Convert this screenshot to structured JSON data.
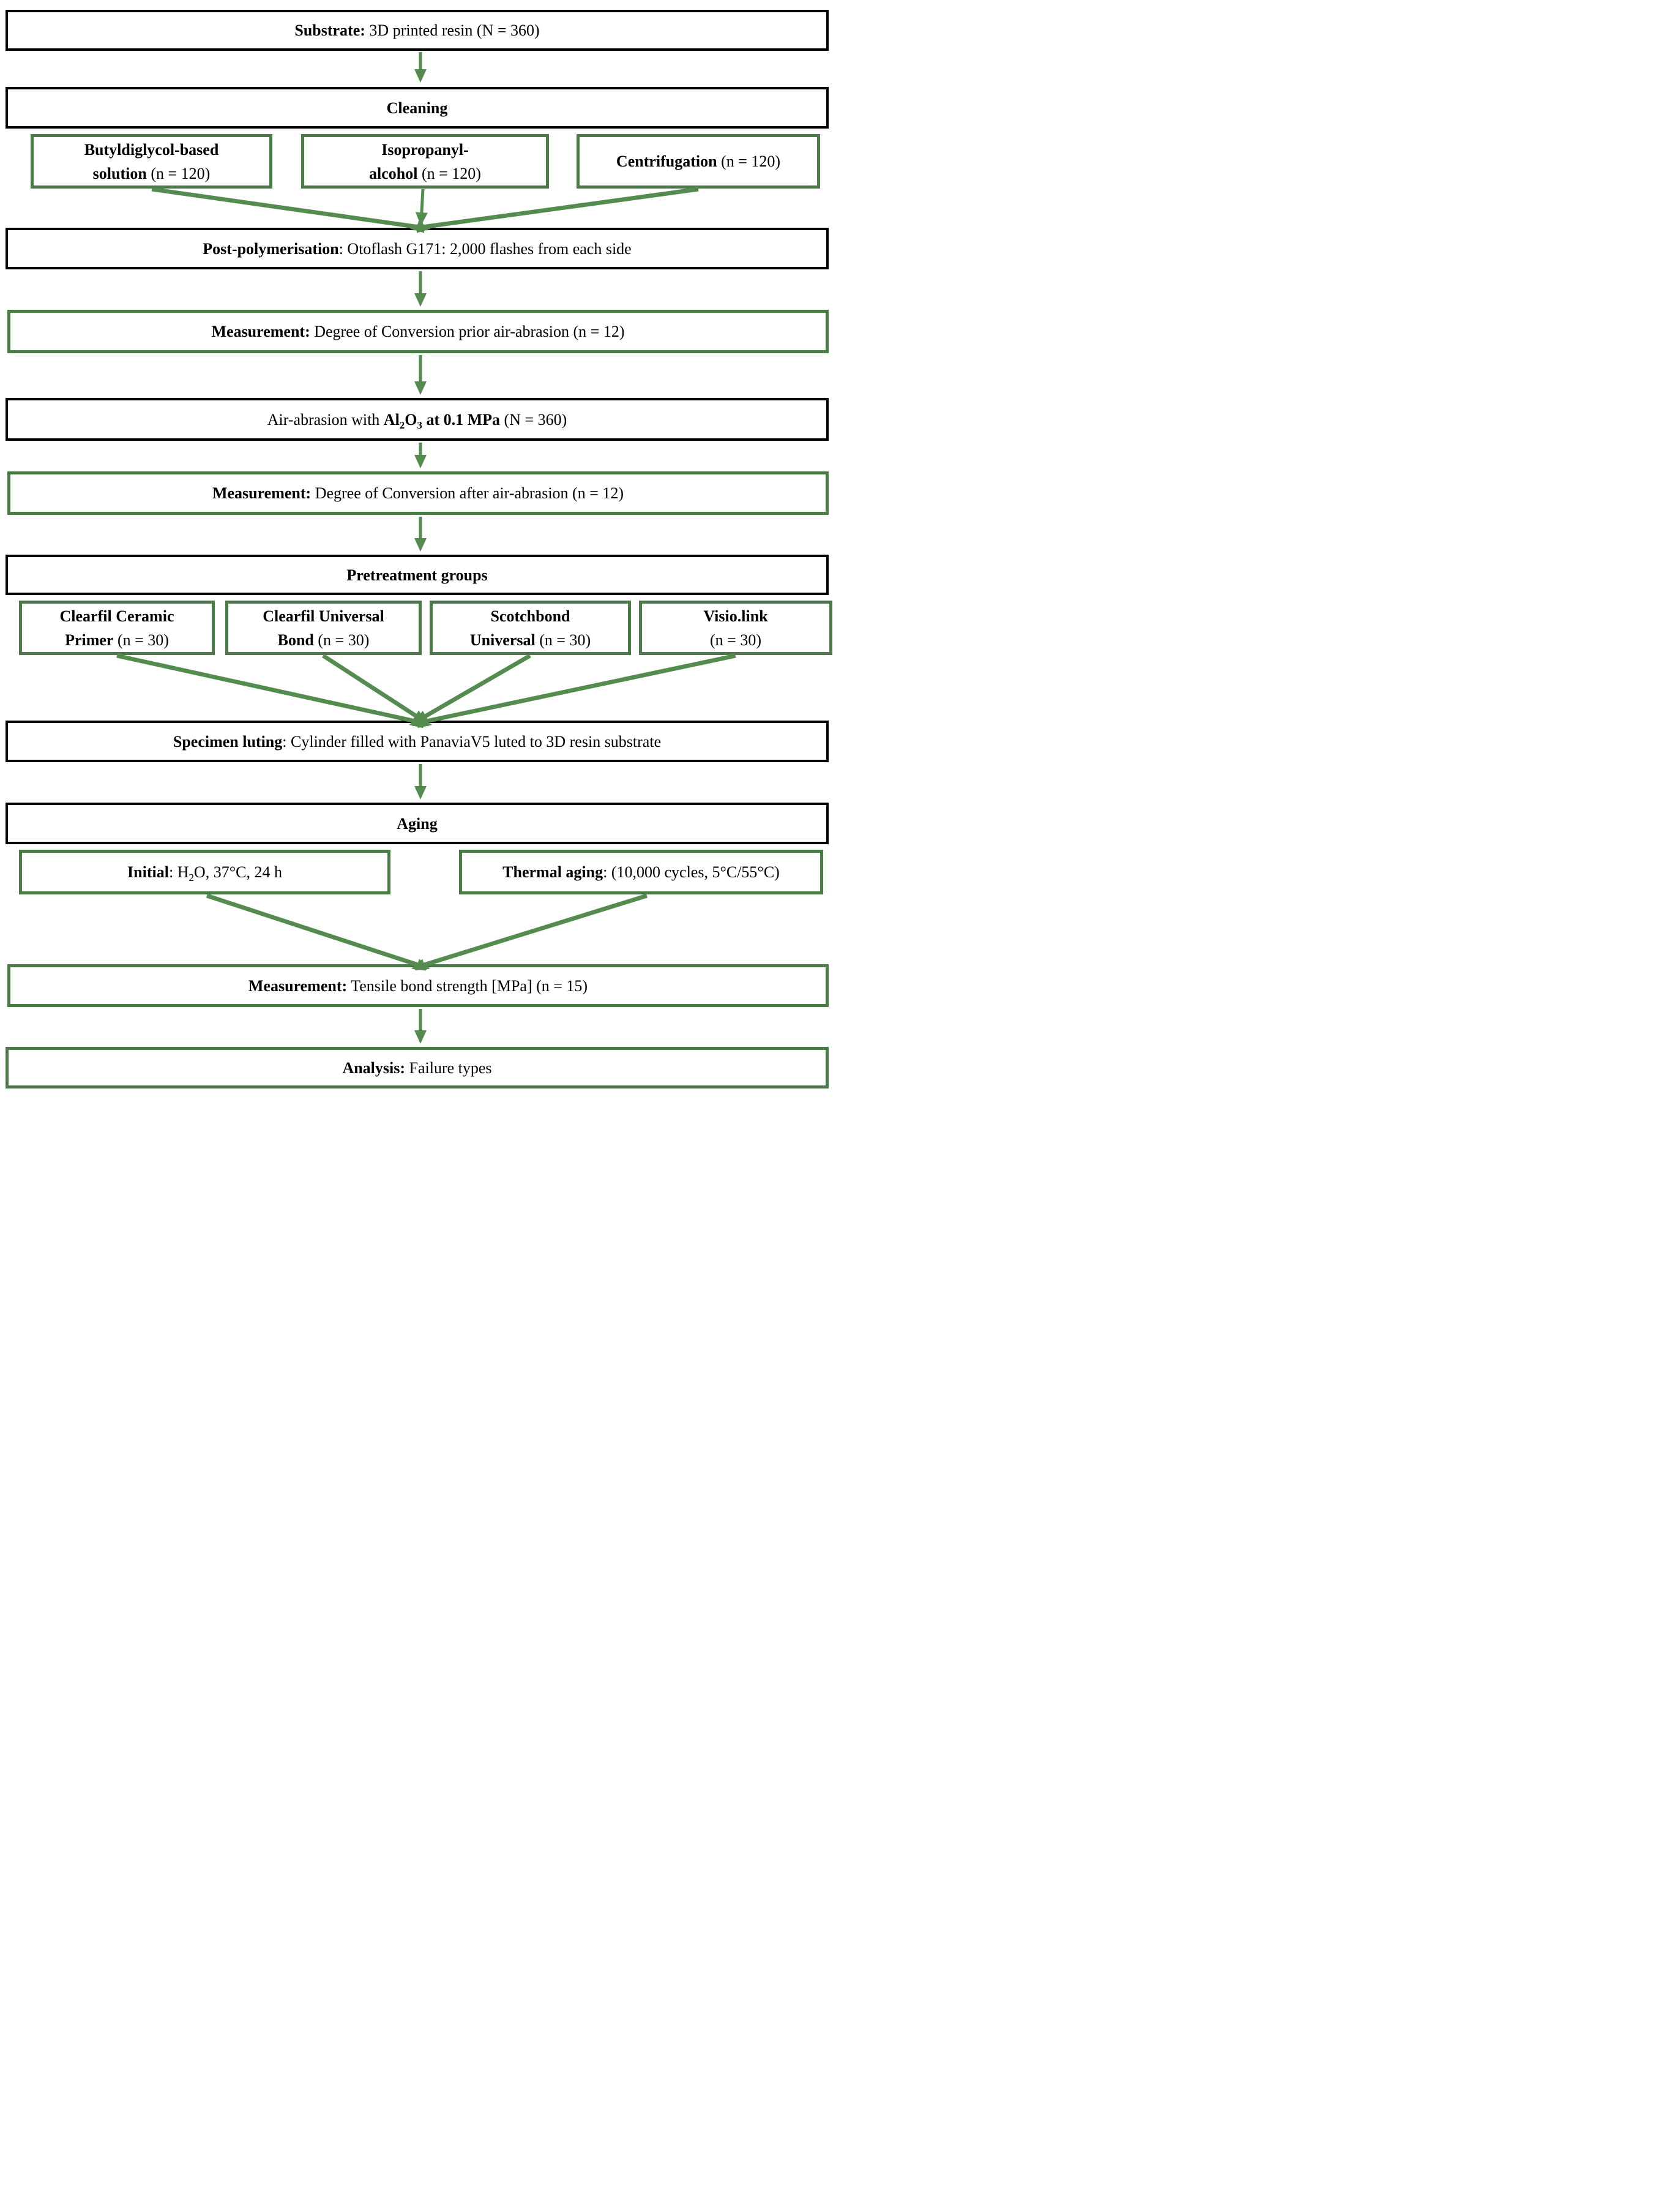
{
  "colors": {
    "background": "#ffffff",
    "text": "#000000",
    "box_border_black": "#000000",
    "box_border_green": "#4a7a45",
    "arrow_green": "#548c50"
  },
  "boxes": {
    "substrate": {
      "bold": "Substrate:",
      "rest": " 3D printed resin (N = 360)"
    },
    "cleaning": {
      "title": "Cleaning"
    },
    "butyldiglycol": {
      "line1_bold": "Butyldiglycol-based",
      "line2_bold": "solution",
      "line2_rest": " (n = 120)"
    },
    "isopropanol": {
      "line1_bold": "Isopropanyl-",
      "line2_bold": "alcohol",
      "line2_rest": " (n = 120)"
    },
    "centrifugation": {
      "bold": "Centrifugation",
      "rest": " (n = 120)"
    },
    "post_polymerisation": {
      "bold": "Post-polymerisation",
      "rest": ": Otoflash G171: 2,000 flashes from each side"
    },
    "measurement_prior": {
      "bold": "Measurement:",
      "rest": " Degree of Conversion prior air-abrasion (n = 12)"
    },
    "air_abrasion": {
      "pre": "Air-abrasion with ",
      "bold1": "Al",
      "sub1": "2",
      "bold2": "O",
      "sub2": "3",
      "bold3": " at 0.1 MPa",
      "rest": " (N = 360)"
    },
    "measurement_after": {
      "bold": "Measurement:",
      "rest": " Degree of Conversion after air-abrasion (n = 12)"
    },
    "pretreatment": {
      "title": "Pretreatment groups"
    },
    "clearfil_ceramic_primer": {
      "line1_bold": "Clearfil Ceramic",
      "line2_bold": "Primer",
      "line2_rest": " (n = 30)"
    },
    "clearfil_universal_bond": {
      "line1_bold": "Clearfil Universal",
      "line2_bold": "Bond",
      "line2_rest": " (n = 30)"
    },
    "scotchbond_universal": {
      "line1_bold": "Scotchbond",
      "line2_bold": "Universal",
      "line2_rest": " (n = 30)"
    },
    "visiolink": {
      "line1_bold": "Visio.link",
      "line2_rest": "(n = 30)"
    },
    "specimen_luting": {
      "bold": "Specimen luting",
      "rest": ": Cylinder filled with PanaviaV5 luted to 3D resin substrate"
    },
    "aging": {
      "title": "Aging"
    },
    "initial": {
      "bold": "Initial",
      "mid": ": H",
      "sub": "2",
      "rest": "O, 37°C, 24 h"
    },
    "thermal_aging": {
      "bold": "Thermal aging",
      "rest": ": (10,000 cycles, 5°C/55°C)"
    },
    "measurement_tensile": {
      "bold": "Measurement:",
      "rest": " Tensile bond strength [MPa] (n = 15)"
    },
    "analysis": {
      "bold": "Analysis:",
      "rest": " Failure types"
    }
  }
}
